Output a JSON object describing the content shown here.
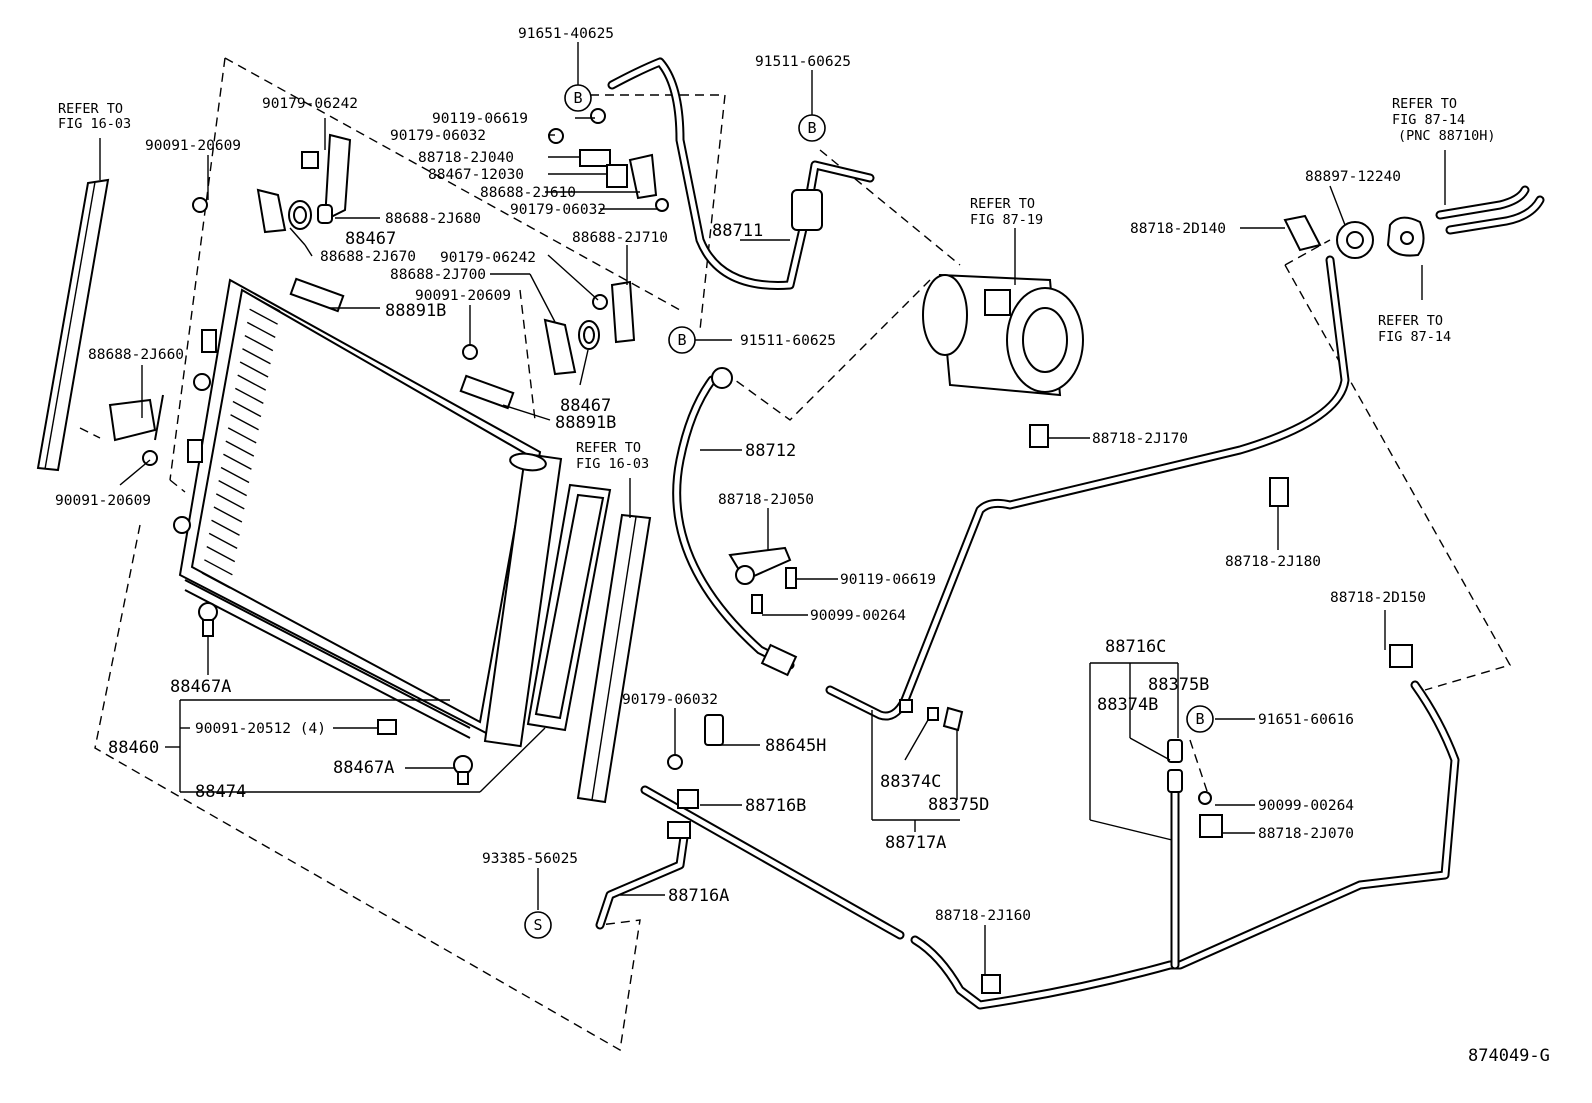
{
  "labels": {
    "p91651_40625": "91651-40625",
    "p91511_60625_top": "91511-60625",
    "p90179_06242_a": "90179-06242",
    "p90119_06619_a": "90119-06619",
    "p90179_06032_a": "90179-06032",
    "p88718_2J040": "88718-2J040",
    "p88467_12030": "88467-12030",
    "p88688_2J610": "88688-2J610",
    "p90179_06032_b": "90179-06032",
    "p88688_2J680": "88688-2J680",
    "p88467_a": "88467",
    "p88688_2J670": "88688-2J670",
    "p90091_20609_a": "90091-20609",
    "p88688_2J710": "88688-2J710",
    "p90179_06242_b": "90179-06242",
    "p88688_2J700": "88688-2J700",
    "p90091_20609_b": "90091-20609",
    "p88891B_a": "88891B",
    "p88711": "88711",
    "p91511_60625_mid": "91511-60625",
    "p88467_b": "88467",
    "p88891B_b": "88891B",
    "p88688_2J660": "88688-2J660",
    "p90091_20609_c": "90091-20609",
    "p88712": "88712",
    "p88718_2J050": "88718-2J050",
    "p90119_06619_b": "90119-06619",
    "p90099_00264_a": "90099-00264",
    "p88467A_a": "88467A",
    "p88460": "88460",
    "p90091_20512": "90091-20512 (4)",
    "p88467A_b": "88467A",
    "p88474": "88474",
    "p90179_06032_c": "90179-06032",
    "p88645H": "88645H",
    "p88716B": "88716B",
    "p93385_56025": "93385-56025",
    "p88716A": "88716A",
    "p88374C": "88374C",
    "p88375D": "88375D",
    "p88717A": "88717A",
    "p88718_2J160": "88718-2J160",
    "p88716C": "88716C",
    "p88375B": "88375B",
    "p88374B": "88374B",
    "p91651_60616": "91651-60616",
    "p90099_00264_b": "90099-00264",
    "p88718_2J070": "88718-2J070",
    "p88718_2J170": "88718-2J170",
    "p88718_2J180": "88718-2J180",
    "p88718_2D150": "88718-2D150",
    "p88897_12240": "88897-12240",
    "p88718_2D140": "88718-2D140",
    "figure_id": "874049-G"
  },
  "refs": {
    "fig16_03_left": [
      "REFER TO",
      "FIG 16-03"
    ],
    "fig16_03_mid": [
      "REFER TO",
      "FIG 16-03"
    ],
    "fig87_19": [
      "REFER TO",
      "FIG 87-19"
    ],
    "fig87_14_top": [
      "REFER TO",
      "FIG 87-14",
      "(PNC 88710H)"
    ],
    "fig87_14_mid": [
      "REFER TO",
      "FIG 87-14"
    ]
  },
  "markers": {
    "b": "B",
    "s": "S"
  }
}
